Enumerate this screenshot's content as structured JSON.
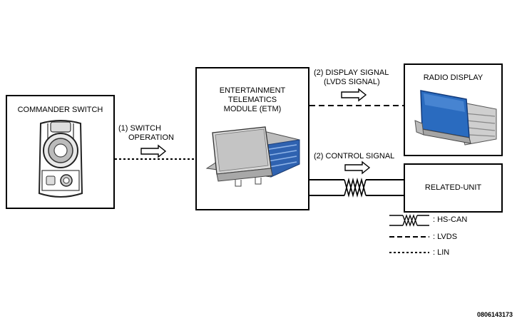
{
  "boxes": {
    "commander": {
      "label": "COMMANDER SWITCH"
    },
    "etm": {
      "label_lines": [
        "ENTERTAINMENT",
        "TELEMATICS",
        "MODULE (ETM)"
      ]
    },
    "radio": {
      "label": "RADIO DISPLAY"
    },
    "related": {
      "label": "RELATED-UNIT"
    }
  },
  "signals": {
    "switch_operation": {
      "lines": [
        "(1) SWITCH",
        "OPERATION"
      ]
    },
    "display_signal": {
      "lines": [
        "(2) DISPLAY SIGNAL",
        "(LVDS SIGNAL)"
      ]
    },
    "control_signal": {
      "label": "(2)  CONTROL SIGNAL"
    }
  },
  "legend": [
    {
      "label": ": HS-CAN",
      "style": "twisted"
    },
    {
      "label": ": LVDS",
      "style": "dashed"
    },
    {
      "label": ": LIN",
      "style": "dotted"
    }
  ],
  "document_number": "0806143173",
  "colors": {
    "display_blue": "#2a6bbf",
    "module_silver": "#c9c9c9"
  }
}
